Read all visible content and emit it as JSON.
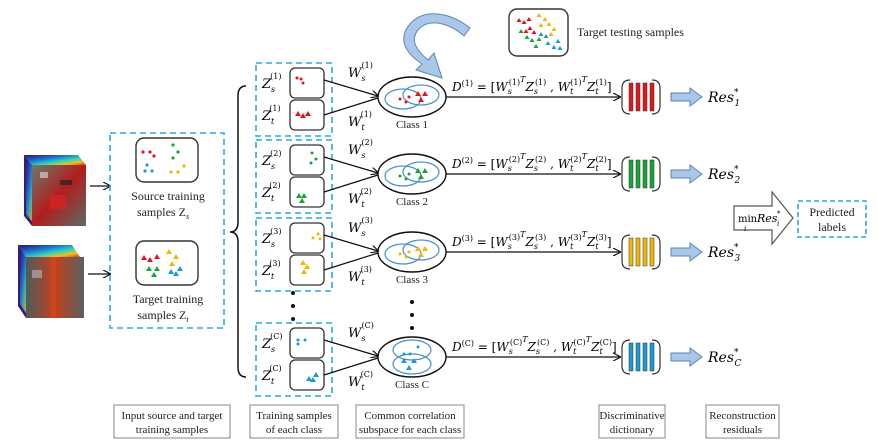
{
  "title": "Class-wise common correlation subspace classification pipeline",
  "colors": {
    "dashed_box": "#29a8e0",
    "class_1": "#e0161b",
    "class_2": "#1aa33a",
    "class_3": "#f2b705",
    "class_c": "#1b9ad6",
    "subspace_ellipse": "#4a90c8",
    "block_arrow": "#a9c7e8",
    "block_arrow_stroke": "#5a86b4"
  },
  "inputs": {
    "source_label_line1": "Source training",
    "source_label_line2": "samples Z",
    "source_sub": "s",
    "target_label_line1": "Target  training",
    "target_label_line2": "samples Z",
    "target_sub": "t"
  },
  "test_samples": {
    "label": "Target  testing samples"
  },
  "ellipsis": "•",
  "classes": [
    {
      "id": "1",
      "sup": "(1)",
      "class_label": "Class 1",
      "res_sub": "1",
      "color_key": "class_1"
    },
    {
      "id": "2",
      "sup": "(2)",
      "class_label": "Class 2",
      "res_sub": "2",
      "color_key": "class_2"
    },
    {
      "id": "3",
      "sup": "(3)",
      "class_label": "Class 3",
      "res_sub": "3",
      "color_key": "class_3"
    },
    {
      "id": "C",
      "sup": "(C)",
      "class_label": "Class C",
      "res_sub": "C",
      "color_key": "class_c"
    }
  ],
  "symbols": {
    "Z": "Z",
    "W": "W",
    "D": "D",
    "s": "s",
    "t": "t",
    "T": "T",
    "eq_open": " = [",
    "comma": " ,",
    "close": "]",
    "res": "Res",
    "star": "*"
  },
  "decision": {
    "min_label": "min",
    "min_sub": "i",
    "res_label": "Res",
    "res_sub": "i",
    "res_sup": "*",
    "predicted_line1": "Predicted",
    "predicted_line2": "labels"
  },
  "captions": [
    {
      "line1": "Input source and target",
      "line2": "training samples"
    },
    {
      "line1": "Training samples",
      "line2": "of each class"
    },
    {
      "line1": "Common  correlation",
      "line2": "subspace for each class"
    },
    {
      "line1": "Discriminative",
      "line2": "dictionary"
    },
    {
      "line1": "Reconstruction",
      "line2": "residuals"
    }
  ]
}
